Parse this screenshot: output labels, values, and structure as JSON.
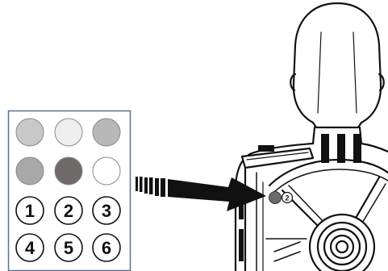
{
  "legend": {
    "swatches": [
      {
        "color": "#c8c8c8"
      },
      {
        "color": "#eeeeee"
      },
      {
        "color": "#b8b8b8"
      },
      {
        "color": "#a8a8a8"
      },
      {
        "color": "#6e6a6a"
      },
      {
        "color": "#ffffff"
      }
    ],
    "numbers": [
      "1",
      "2",
      "3",
      "4",
      "5",
      "6"
    ]
  },
  "marker": {
    "label": "2",
    "dot_color": "#6e6a6a"
  },
  "colors": {
    "outline": "#111111",
    "panel_border": "#5a7090",
    "arrow": "#111111"
  }
}
